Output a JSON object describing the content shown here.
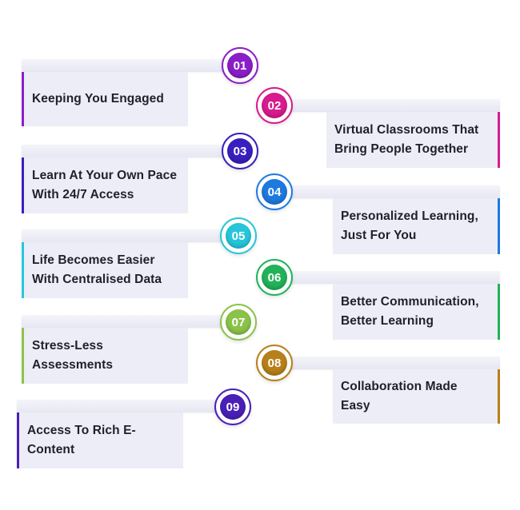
{
  "items": [
    {
      "number": "01",
      "text": "Keeping You Engaged",
      "color": "#8b1fc7"
    },
    {
      "number": "02",
      "text": "Virtual Classrooms That Bring People Together",
      "color": "#d81b8f"
    },
    {
      "number": "03",
      "text": "Learn At Your Own Pace With 24/7 Access",
      "color": "#3a1fc0"
    },
    {
      "number": "04",
      "text": "Personalized Learning, Just For You",
      "color": "#1f7ae0"
    },
    {
      "number": "05",
      "text": "Life Becomes Easier With Centralised Data",
      "color": "#26c6da"
    },
    {
      "number": "06",
      "text": "Better Communication, Better Learning",
      "color": "#21b35a"
    },
    {
      "number": "07",
      "text": "Stress-Less Assessments",
      "color": "#8bc34a"
    },
    {
      "number": "08",
      "text": "Collaboration Made Easy",
      "color": "#b8801a"
    },
    {
      "number": "09",
      "text": "Access To Rich E-Content",
      "color": "#4a1fb8"
    }
  ]
}
